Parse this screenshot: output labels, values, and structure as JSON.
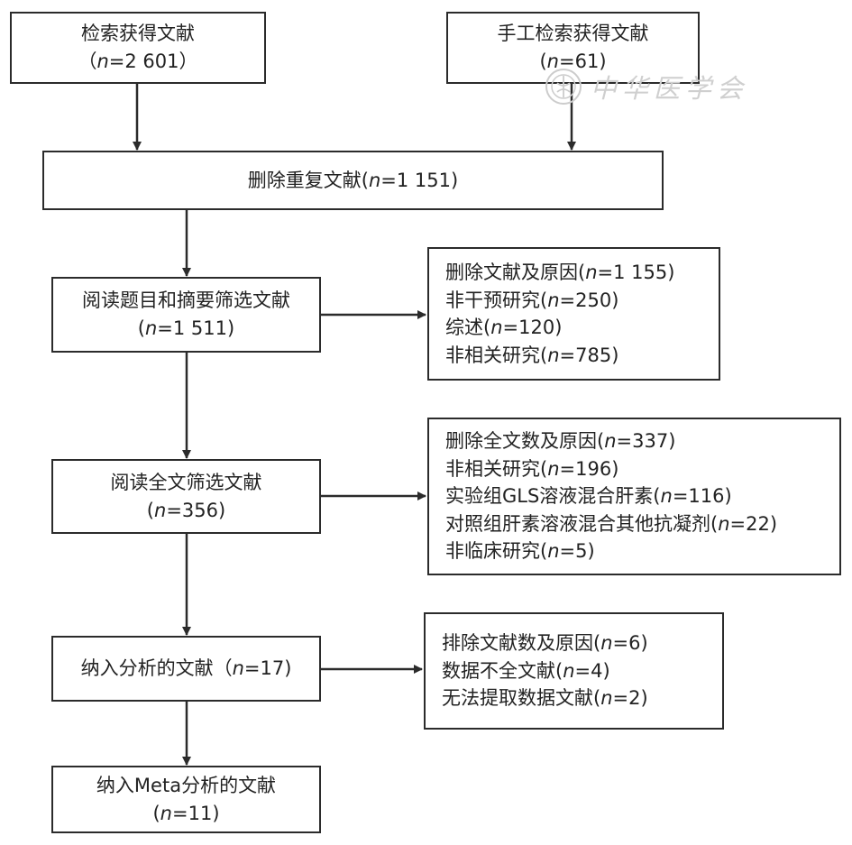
{
  "watermark": {
    "text": "中华医学会",
    "icon": "medical-association-seal-icon"
  },
  "boxes": {
    "search": {
      "title": "检索获得文献",
      "n_prefix": "（",
      "n_value": "=2 601）"
    },
    "manual": {
      "title": "手工检索获得文献",
      "n_value": "=61"
    },
    "dedup": {
      "prefix": "删除重复文献(",
      "n_value": "=1 151)"
    },
    "title_abstract": {
      "title": "阅读题目和摘要筛选文献",
      "n_value": "=1 511"
    },
    "excl1": {
      "items": [
        {
          "prefix": "删除文献及原因(",
          "n_value": "=1 155)"
        },
        {
          "prefix": "非干预研究(",
          "n_value": "=250)"
        },
        {
          "prefix": "综述(",
          "n_value": "=120)"
        },
        {
          "prefix": "非相关研究(",
          "n_value": "=785)"
        }
      ]
    },
    "fulltext": {
      "title": "阅读全文筛选文献",
      "n_value": "=356"
    },
    "excl2": {
      "items": [
        {
          "prefix": "删除全文数及原因(",
          "n_value": "=337)"
        },
        {
          "prefix": "非相关研究(",
          "n_value": "=196)"
        },
        {
          "prefix": "实验组GLS溶液混合肝素(",
          "n_value": "=116)"
        },
        {
          "prefix": "对照组肝素溶液混合其他抗凝剂(",
          "n_value": "=22)"
        },
        {
          "prefix": "非临床研究(",
          "n_value": "=5)"
        }
      ]
    },
    "included": {
      "prefix": "纳入分析的文献（",
      "n_value": "=17)"
    },
    "excl3": {
      "items": [
        {
          "prefix": "排除文献数及原因(",
          "n_value": "=6)"
        },
        {
          "prefix": "数据不全文献(",
          "n_value": "=4)"
        },
        {
          "prefix": "无法提取数据文献(",
          "n_value": "=2)"
        }
      ]
    },
    "meta": {
      "title": "纳入Meta分析的文献",
      "n_value": "=11"
    }
  },
  "n_symbol": "n"
}
